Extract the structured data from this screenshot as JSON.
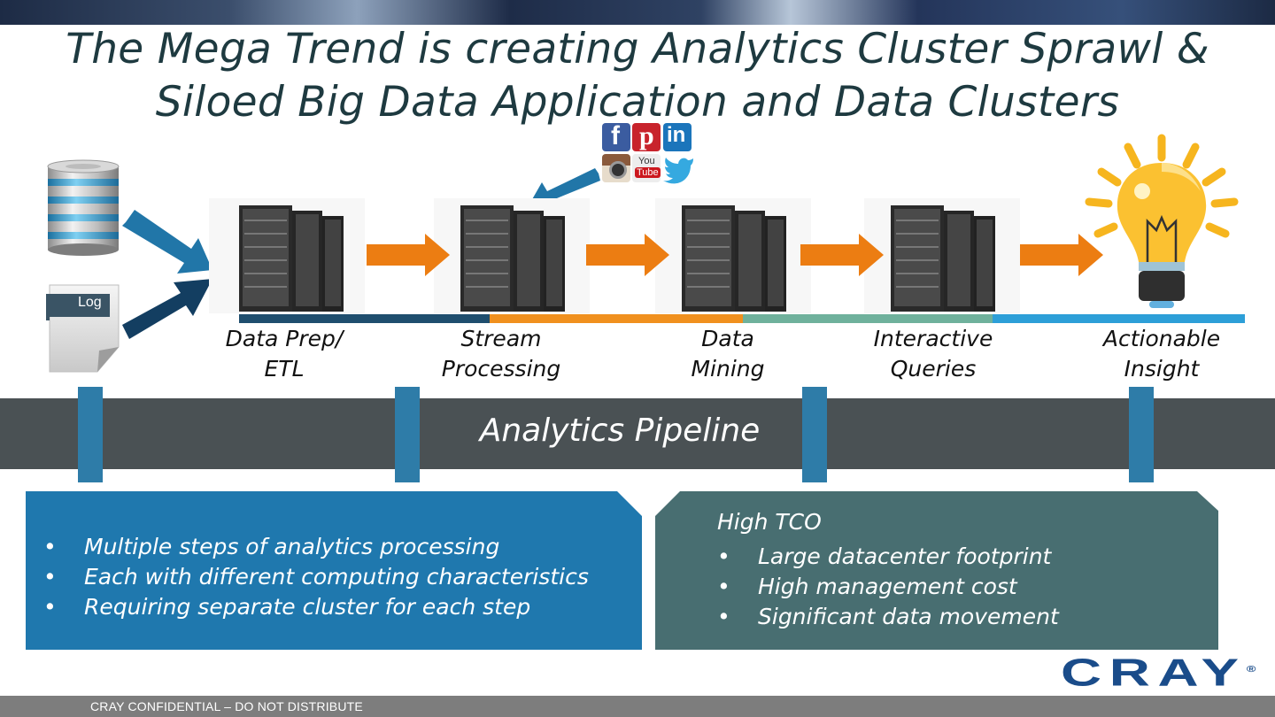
{
  "title": {
    "line1": "The Mega Trend is creating Analytics Cluster Sprawl &",
    "line2": "Siloed Big Data Application and Data Clusters"
  },
  "sources": {
    "log_label": "Log",
    "social_icons": [
      "facebook-icon",
      "pinterest-icon",
      "linkedin-icon",
      "instagram-icon",
      "youtube-icon",
      "twitter-icon"
    ],
    "youtube_text": [
      "You",
      "Tube"
    ]
  },
  "stages": [
    {
      "line1": "Data Prep/",
      "line2": "ETL"
    },
    {
      "line1": "Stream",
      "line2": "Processing"
    },
    {
      "line1": "Data",
      "line2": "Mining"
    },
    {
      "line1": "Interactive",
      "line2": "Queries"
    },
    {
      "line1": "Actionable",
      "line2": "Insight"
    }
  ],
  "stage_bar_colors": [
    "#1f4e6e",
    "#f0901e",
    "#6fb19c",
    "#2d9fd8"
  ],
  "pipeline": {
    "label": "Analytics Pipeline"
  },
  "left_panel": {
    "bullet_glyph": "•",
    "bullets": [
      "Multiple steps of analytics processing",
      "Each with different computing characteristics",
      "Requiring separate cluster for each step"
    ]
  },
  "right_panel": {
    "heading": "High TCO",
    "bullet_glyph": "•",
    "bullets": [
      "Large datacenter footprint",
      "High management cost",
      "Significant data movement"
    ]
  },
  "logo": {
    "text": "CRAY",
    "mark": "®"
  },
  "footer": {
    "text": "CRAY CONFIDENTIAL – DO NOT DISTRIBUTE"
  },
  "colors": {
    "title": "#1e3a40",
    "orange_arrow": "#ec7d12",
    "blue_arrow": "#2176a8",
    "dark_blue_arrow": "#133e61",
    "left_panel": "#1f78ae",
    "right_panel": "#486e71",
    "pipeline_band": "#4a5154"
  }
}
